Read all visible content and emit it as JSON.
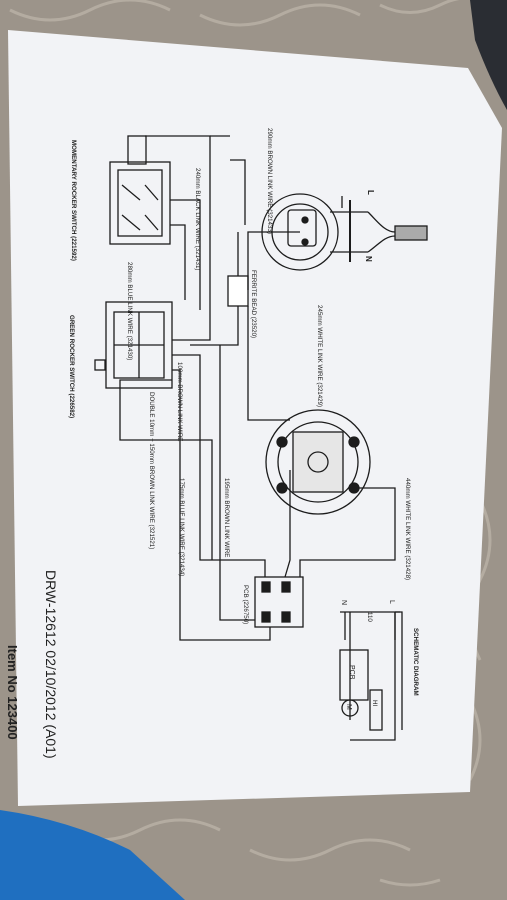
{
  "colors": {
    "carpet": "#9c948a",
    "paper": "#f2f3f6",
    "ink": "#1c1c1c",
    "cloth_blue": "#1f6fc0"
  },
  "diagram": {
    "labels": {
      "brown_290": "290mm BROWN LINK WIRE (321433)",
      "black_240": "240mm BLACK LINK WIRE (321431)",
      "momentary_switch": "MOMENTARY ROCKER SWITCH (221592)",
      "blue_280": "280mm BLUE LINK WIRE (321430)",
      "ferrite_bead": "FERRITE BEAD (23520)",
      "white_245": "245mm WHITE LINK WIRE (321429)",
      "green_switch": "GREEN ROCKER SWITCH (226582)",
      "brown_100": "100mm BROWN LINK WIRE",
      "double_link": "DOUBLE 10mm + 150mm BROWN LINK WIRE (321521)",
      "brown_195": "195mm BROWN LINK WIRE",
      "white_440": "440mm WHITE LINK WIRE (321428)",
      "blue_175": "175mm BLUE LINK WIRE (321434)",
      "pcb_part": "PCB (226750)",
      "letter_l": "L",
      "letter_n": "N",
      "schematic_title": "SCHEMATIC DIAGRAM",
      "schematic_l": "L",
      "schematic_n": "N",
      "schematic_110": "110",
      "schematic_pcb": "PCB",
      "schematic_m": "M",
      "schematic_hi": "HI"
    },
    "doc_ref": "DRW-12612 02/10/2012 (A01)",
    "item_no": "Item No 123400"
  }
}
